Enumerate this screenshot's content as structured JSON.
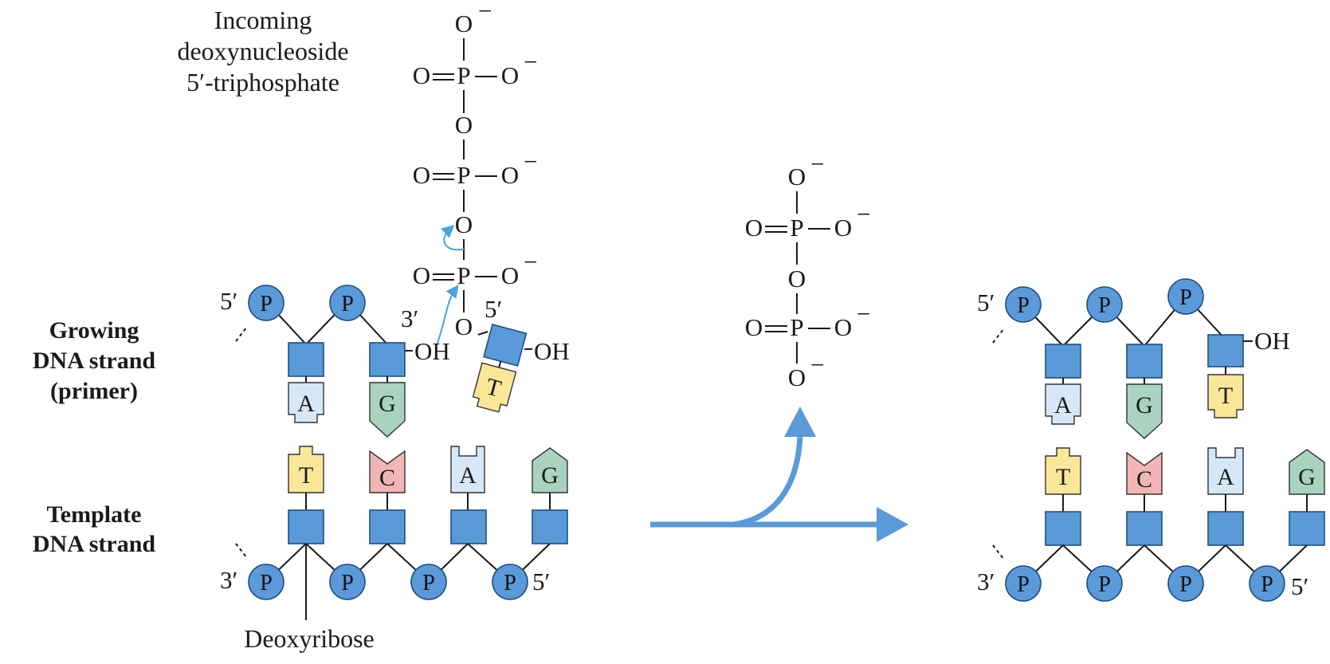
{
  "labels": {
    "incoming_line1": "Incoming",
    "incoming_line2": "deoxynucleoside",
    "incoming_line3": "5′-triphosphate",
    "growing_line1": "Growing",
    "growing_line2": "DNA strand",
    "growing_line3": "(primer)",
    "template_line1": "Template",
    "template_line2": "DNA strand",
    "deoxyribose": "Deoxyribose"
  },
  "chemistry": {
    "phosphorus": "P",
    "oxygen": "O",
    "oxyanion": "O",
    "minus": "−",
    "hydroxyl": "OH",
    "double_bond_oxygen": "O"
  },
  "end_labels": {
    "five_prime": "5′",
    "three_prime": "3′"
  },
  "bases": {
    "A": "A",
    "G": "G",
    "T": "T",
    "C": "C"
  },
  "colors": {
    "sugar_phosphate": "#5b9ad9",
    "base_A": "#d6e8f8",
    "base_G": "#a9d3c0",
    "base_T": "#fbe79a",
    "base_C": "#f2b5b5",
    "arrow": "#5b9ad9",
    "curly_arrow": "#4aa3df"
  }
}
